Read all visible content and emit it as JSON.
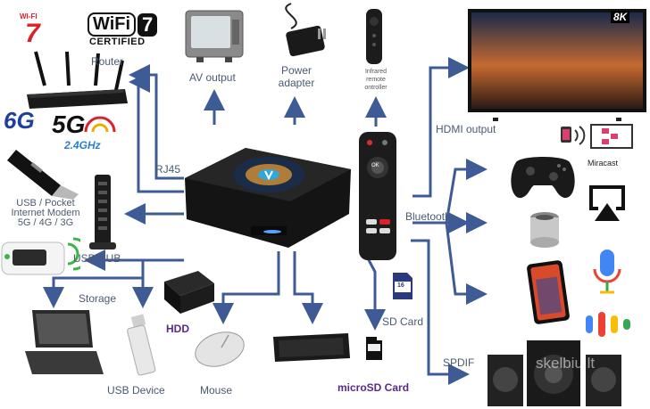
{
  "labels": {
    "router": "Router",
    "av_output": "AV output",
    "power_adapter_1": "Power",
    "power_adapter_2": "adapter",
    "infrared_1": "Infrared",
    "infrared_2": "remote",
    "infrared_3": "ontroller",
    "hdmi_output": "HDMI output",
    "rj45": "RJ45",
    "usb_modem_1": "USB / Pocket",
    "usb_modem_2": "Internet Modem",
    "usb_modem_3": "5G / 4G / 3G",
    "usb_hub": "USB HUB",
    "bluetooth": "Bluetooth",
    "storage": "Storage",
    "hdd": "HDD",
    "sd_card": "SD Card",
    "usb_device": "USB Device",
    "mouse": "Mouse",
    "microsd_card": "microSD Card",
    "spdif": "SPDIF",
    "miracast": "Miracast",
    "watermark": "skelbiu.lt"
  },
  "badges": {
    "wifi_left": "WI-FI",
    "wifi_left_num": "7",
    "wifi_logo": "WiFi",
    "wifi_logo_num": "7",
    "certified": "CERTIFIED",
    "g6": "6G",
    "g5": "5G",
    "ghz": "2.4GHz",
    "tv_8k": "8K",
    "sd_size": "16",
    "remote_btn_ok": "OK"
  },
  "colors": {
    "arrow": "#3f5b95",
    "label": "#4a5a72",
    "purple": "#5a2a8a",
    "wifi_red": "#d8232a",
    "g6_blue": "#1f3f9e"
  }
}
